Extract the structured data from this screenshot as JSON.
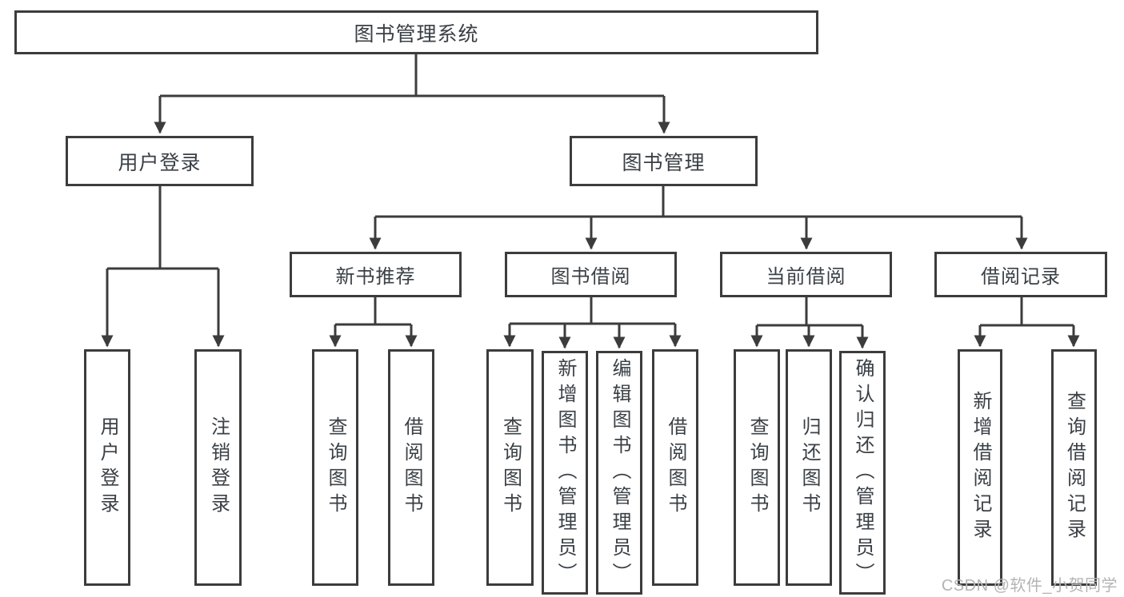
{
  "diagram": {
    "watermark": "CSDN @软件_小贺同学",
    "colors": {
      "line": "#3c3c3c",
      "box_border": "#3c3c3c",
      "text": "#3a4046",
      "watermark_text": "#b4b4b4",
      "background": "#ffffff"
    },
    "tree": {
      "label": "图书管理系统",
      "children": [
        {
          "label": "用户登录",
          "children": [
            {
              "label": "用户登录"
            },
            {
              "label": "注销登录"
            }
          ]
        },
        {
          "label": "图书管理",
          "children": [
            {
              "label": "新书推荐",
              "children": [
                {
                  "label": "查询图书"
                },
                {
                  "label": "借阅图书"
                }
              ]
            },
            {
              "label": "图书借阅",
              "children": [
                {
                  "label": "查询图书"
                },
                {
                  "label": "新增图书（管理员）"
                },
                {
                  "label": "编辑图书（管理员）"
                },
                {
                  "label": "借阅图书"
                }
              ]
            },
            {
              "label": "当前借阅",
              "children": [
                {
                  "label": "查询图书"
                },
                {
                  "label": "归还图书"
                },
                {
                  "label": "确认归还（管理员）"
                }
              ]
            },
            {
              "label": "借阅记录",
              "children": [
                {
                  "label": "新增借阅记录"
                },
                {
                  "label": "查询借阅记录"
                }
              ]
            }
          ]
        }
      ]
    }
  }
}
